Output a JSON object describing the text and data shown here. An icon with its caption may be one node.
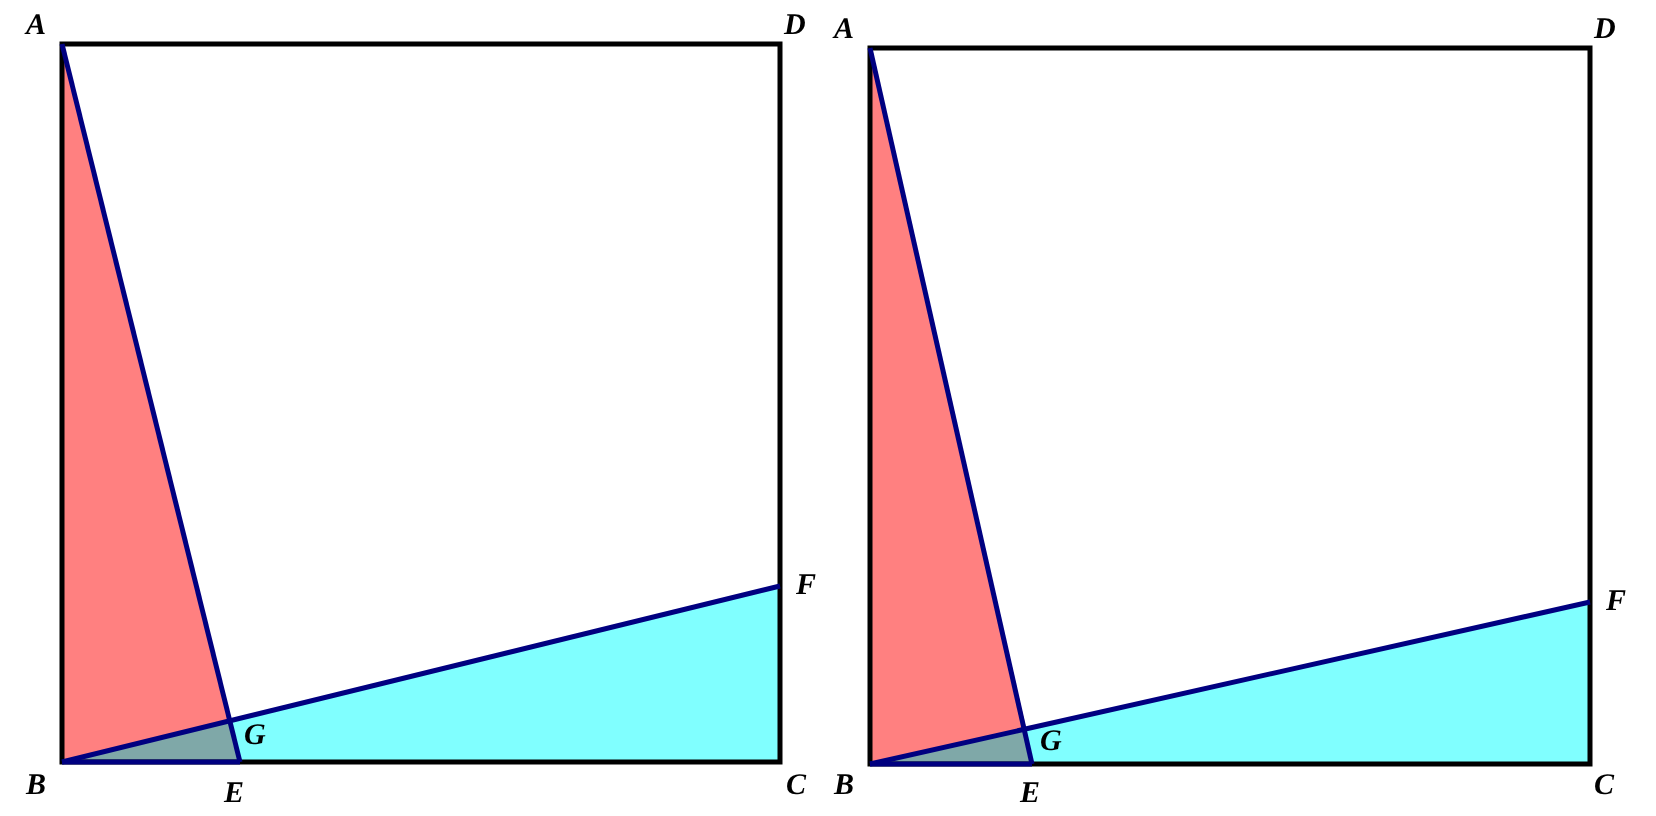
{
  "diagram": {
    "labels": [
      "A",
      "D",
      "A",
      "D",
      "F",
      "F",
      "G",
      "G",
      "B",
      "E",
      "C",
      "B",
      "E",
      "C"
    ]
  }
}
